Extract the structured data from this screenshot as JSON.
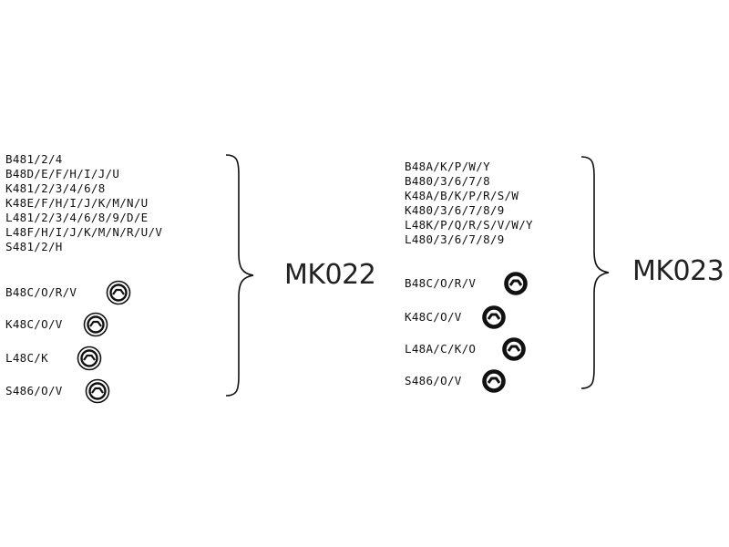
{
  "left_group": {
    "models": [
      "B481/2/4",
      "B48D/E/F/H/I/J/U",
      "K481/2/3/4/6/8",
      "K48E/F/H/I/J/K/M/N/U",
      "L481/2/3/4/6/8/9/D/E",
      "L48F/H/I/J/K/M/N/R/U/V",
      "S481/2/H"
    ],
    "variants": [
      {
        "label": "B48C/O/R/V",
        "icon": "steering-wheel-icon-outline"
      },
      {
        "label": "K48C/O/V",
        "icon": "steering-wheel-icon-outline"
      },
      {
        "label": "L48C/K",
        "icon": "steering-wheel-icon-outline"
      },
      {
        "label": "S486/O/V",
        "icon": "steering-wheel-icon-outline"
      }
    ],
    "code": "MK022"
  },
  "right_group": {
    "models": [
      "B48A/K/P/W/Y",
      "B480/3/6/7/8",
      "K48A/B/K/P/R/S/W",
      "K480/3/6/7/8/9",
      "L48K/P/Q/R/S/V/W/Y",
      "L480/3/6/7/8/9"
    ],
    "variants": [
      {
        "label": "B48C/O/R/V",
        "icon": "steering-wheel-icon-solid"
      },
      {
        "label": "K48C/O/V",
        "icon": "steering-wheel-icon-solid"
      },
      {
        "label": "L48A/C/K/O",
        "icon": "steering-wheel-icon-solid"
      },
      {
        "label": "S486/O/V",
        "icon": "steering-wheel-icon-solid"
      }
    ],
    "code": "MK023"
  }
}
